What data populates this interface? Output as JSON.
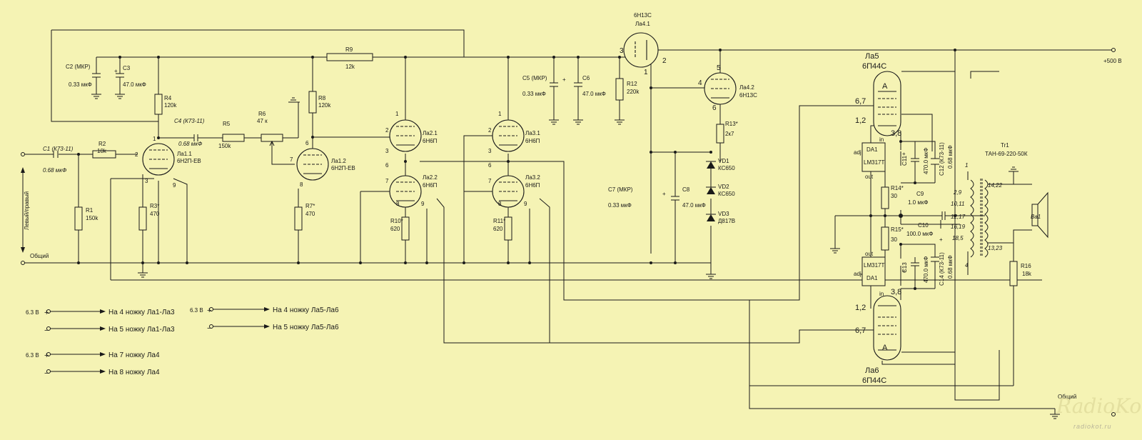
{
  "colors": {
    "background": "#f5f3b4",
    "lines": "#1a1a1a"
  },
  "nets": {
    "supply": "+500 В",
    "ground_left": "Общий",
    "ground_right": "Общий",
    "input": "Левый/правый"
  },
  "tubes": {
    "la1_1": {
      "name": "Ла1.1",
      "type": "6Н2П-ЕВ",
      "pins": [
        "1",
        "2",
        "3"
      ]
    },
    "la1_2": {
      "name": "Ла1.2",
      "type": "6Н2П-ЕВ",
      "pins": [
        "6",
        "7",
        "8"
      ]
    },
    "la2_1": {
      "name": "Ла2.1",
      "type": "6Н6П",
      "pins": [
        "1",
        "2",
        "3"
      ]
    },
    "la2_2": {
      "name": "Ла2.2",
      "type": "6Н6П",
      "pins": [
        "6",
        "7",
        "8",
        "9"
      ]
    },
    "la3_1": {
      "name": "Ла3.1",
      "type": "6Н6П",
      "pins": [
        "1",
        "2",
        "3"
      ]
    },
    "la3_2": {
      "name": "Ла3.2",
      "type": "6Н6П",
      "pins": [
        "6",
        "7",
        "8",
        "9"
      ]
    },
    "la4_1": {
      "name": "Ла4.1",
      "type": "6Н13С",
      "pins": [
        "3",
        "2",
        "1"
      ]
    },
    "la4_2": {
      "name": "Ла4.2",
      "type": "6Н13С",
      "pins": [
        "5",
        "4",
        "6"
      ]
    },
    "la5": {
      "name": "Ла5",
      "type": "6П44С",
      "anode": "A",
      "pins": [
        "6,7",
        "1,2",
        "3,8"
      ]
    },
    "la6": {
      "name": "Ла6",
      "type": "6П44С",
      "anode": "A",
      "pins": [
        "3,8",
        "1,2",
        "6,7"
      ]
    },
    "heater_pin_9": "9"
  },
  "resistors": [
    {
      "ref": "R1",
      "value": "150k"
    },
    {
      "ref": "R2",
      "value": "10k"
    },
    {
      "ref": "R3*",
      "value": "470"
    },
    {
      "ref": "R4",
      "value": "120k"
    },
    {
      "ref": "R5",
      "value": "150k"
    },
    {
      "ref": "R6",
      "value": "47 к"
    },
    {
      "ref": "R7*",
      "value": "470"
    },
    {
      "ref": "R8",
      "value": "120k"
    },
    {
      "ref": "R9",
      "value": "12k"
    },
    {
      "ref": "R10*",
      "value": "620"
    },
    {
      "ref": "R11*",
      "value": "620"
    },
    {
      "ref": "R12",
      "value": "220k"
    },
    {
      "ref": "R13*",
      "value": "2к7"
    },
    {
      "ref": "R14*",
      "value": "30"
    },
    {
      "ref": "R15*",
      "value": "30"
    },
    {
      "ref": "R16",
      "value": "18k"
    }
  ],
  "capacitors": [
    {
      "ref": "C1 (К73-11)",
      "value": "0.68 мкФ"
    },
    {
      "ref": "C2 (МКР)",
      "value": "0.33 мкФ"
    },
    {
      "ref": "C3",
      "value": "47.0 мкФ"
    },
    {
      "ref": "C4 (К73-11)",
      "value": "0.68 мкФ"
    },
    {
      "ref": "C5 (МКР)",
      "value": "0.33 мкФ"
    },
    {
      "ref": "C6",
      "value": "47.0 мкФ"
    },
    {
      "ref": "C7 (МКР)",
      "value": "0.33 мкФ"
    },
    {
      "ref": "C8",
      "value": "47.0 мкФ"
    },
    {
      "ref": "C9",
      "value": "1.0 мкФ"
    },
    {
      "ref": "C10",
      "value": "100.0 мкФ"
    },
    {
      "ref": "C11",
      "value": "470.0 мкФ"
    },
    {
      "ref": "C12 (К73-11)",
      "value": "0.68 мкФ"
    },
    {
      "ref": "C13",
      "value": "470.0 мкФ"
    },
    {
      "ref": "C14 (К73-11)",
      "value": "0.68 мкФ"
    }
  ],
  "diodes": [
    {
      "ref": "VD1",
      "value": "КС650"
    },
    {
      "ref": "VD2",
      "value": "КС650"
    },
    {
      "ref": "VD3",
      "value": "Д817В"
    }
  ],
  "regulators": {
    "ref": "DA1",
    "part": "LM317T",
    "pins": [
      "adj",
      "out",
      "in"
    ]
  },
  "transformer": {
    "ref": "Tr1",
    "type": "ТАН-69-220-50К",
    "pins_left": [
      "1",
      "2,9",
      "10,11",
      "12,17",
      "16,19",
      "18,5",
      "4"
    ],
    "pins_right": [
      "14,22",
      "13,23"
    ]
  },
  "speaker": {
    "ref": "Ba1"
  },
  "polarity": {
    "plus": "+",
    "minus": "−"
  },
  "heaters": [
    {
      "voltage": "6.3 В",
      "line1": "На 4 ножку Ла1-Ла3",
      "line2": "На 5 ножку Ла1-Ла3"
    },
    {
      "voltage": "6.3 В",
      "line1": "На 4  ножку Ла5-Ла6",
      "line2": "На 5  ножку Ла5-Ла6"
    },
    {
      "voltage": "6.3 В",
      "line1": "На 7 ножку Ла4",
      "line2": "На 8 ножку Ла4"
    }
  ],
  "watermark": {
    "logo": "RadioKot",
    "site": "radiokot.ru"
  }
}
